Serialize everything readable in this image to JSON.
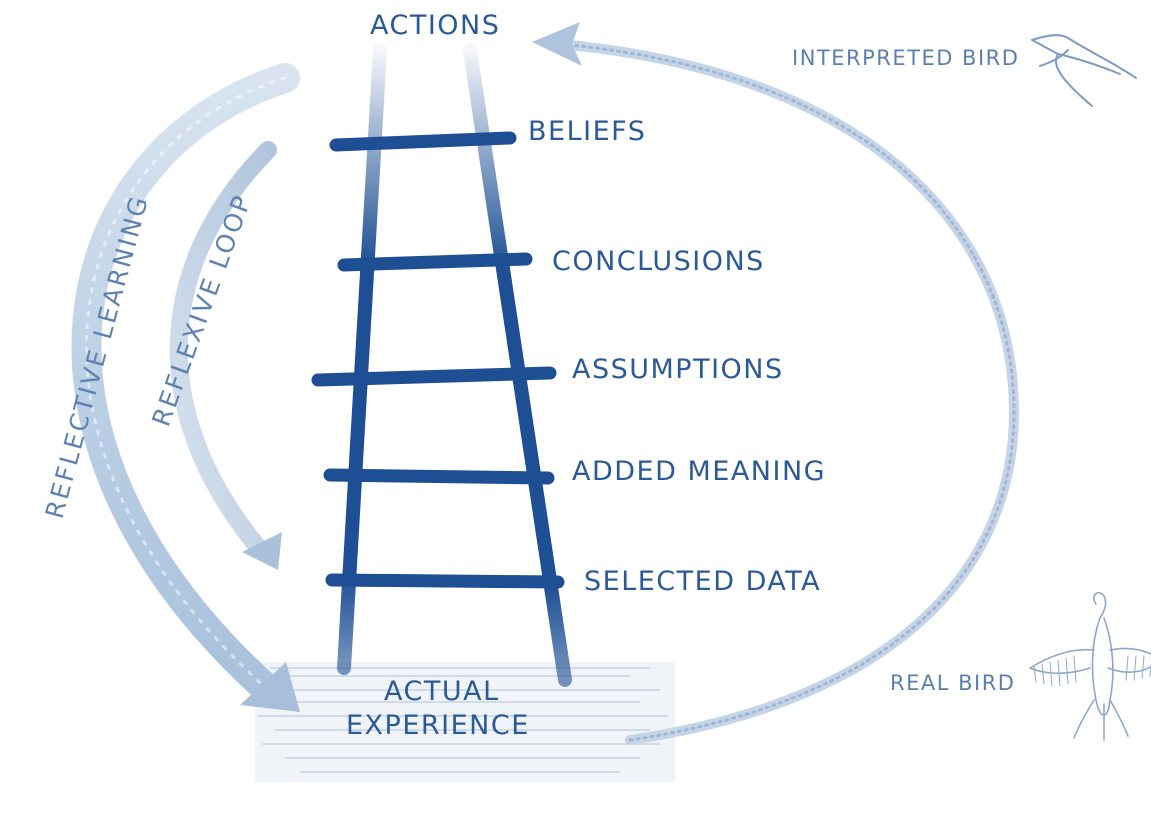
{
  "top_label": "ACTIONS",
  "rungs": [
    {
      "label": "BELIEFS"
    },
    {
      "label": "CONCLUSIONS"
    },
    {
      "label": "ASSUMPTIONS"
    },
    {
      "label": "ADDED MEANING"
    },
    {
      "label": "SELECTED DATA"
    }
  ],
  "base_label": {
    "line1": "ACTUAL",
    "line2": "EXPERIENCE"
  },
  "loops": {
    "outer": "REFLECTIVE LEARNING",
    "inner": "REFLEXIVE LOOP"
  },
  "birds": {
    "interpreted": "INTERPRETED BIRD",
    "real": "REAL BIRD"
  },
  "colors": {
    "ladder": "#1e4f94",
    "text": "#2c5a96",
    "pale_arrow": "#b9cde3",
    "side_text": "#5a80ae"
  },
  "icons": [
    "interpreted-bird-icon",
    "real-bird-icon"
  ]
}
